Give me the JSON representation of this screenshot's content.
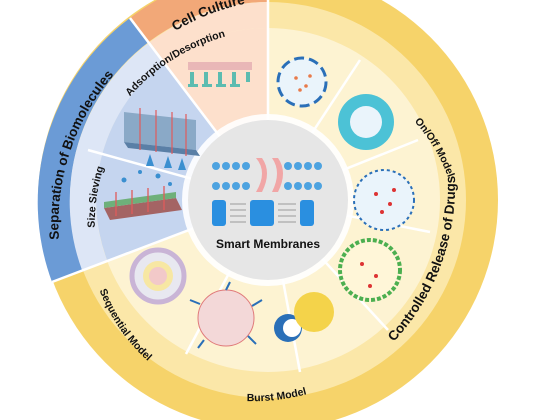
{
  "center": {
    "title": "Smart Membranes"
  },
  "sections": {
    "cell_culture": {
      "label": "Cell Culture"
    },
    "separation": {
      "label": "Separation of Biomolecules"
    },
    "controlled_release": {
      "label": "Controlled Release of Drugs"
    }
  },
  "subsections": {
    "adsorption": {
      "label": "Adsorption/Desorption"
    },
    "size_sieving": {
      "label": "Size Sieving"
    },
    "on_off": {
      "label": "On/Off Model"
    },
    "sequential": {
      "label": "Sequential Model"
    },
    "burst": {
      "label": "Burst Model"
    }
  },
  "colors": {
    "orange": "#f2a878",
    "orange_light": "#fde0cc",
    "blue": "#6b9bd6",
    "blue_light": "#dde6f6",
    "blue_inner": "#c5d5ef",
    "yellow_outer": "#f6d36a",
    "yellow_mid": "#fbe7a8",
    "yellow_inner": "#fdf3d2",
    "center_gray": "#e6e6e6"
  }
}
